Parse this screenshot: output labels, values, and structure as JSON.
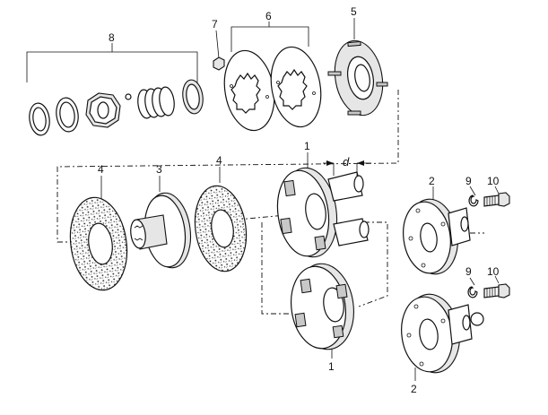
{
  "callouts": {
    "c1_top": "1",
    "c1_bottom": "1",
    "c2_top": "2",
    "c2_bottom": "2",
    "c3": "3",
    "c4_left": "4",
    "c4_right": "4",
    "c5": "5",
    "c6": "6",
    "c7": "7",
    "c8": "8",
    "c9_top": "9",
    "c9_bottom": "9",
    "c10_top": "10",
    "c10_bottom": "10"
  },
  "dimension": {
    "d": "d"
  },
  "colors": {
    "line": "#111111",
    "background": "#ffffff",
    "part_shade": "#e6e6e6"
  }
}
